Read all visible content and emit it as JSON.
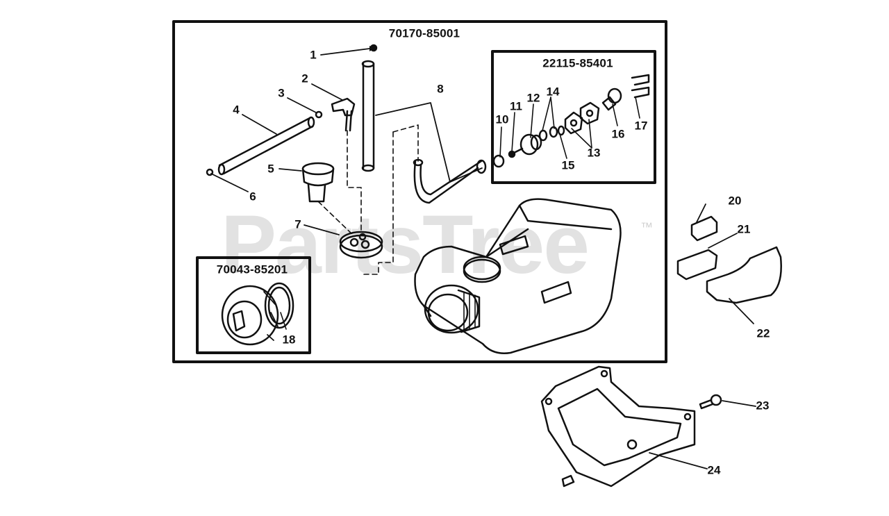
{
  "watermark": {
    "text": "PartsTree",
    "trademark": "™"
  },
  "assemblies": {
    "main": "70170-85001",
    "valve": "22115-85401",
    "cap": "70043-85201"
  },
  "callouts": [
    "1",
    "2",
    "3",
    "4",
    "5",
    "6",
    "7",
    "8",
    "10",
    "11",
    "12",
    "14",
    "13",
    "15",
    "16",
    "17",
    "18",
    "20",
    "21",
    "22",
    "23",
    "24"
  ]
}
